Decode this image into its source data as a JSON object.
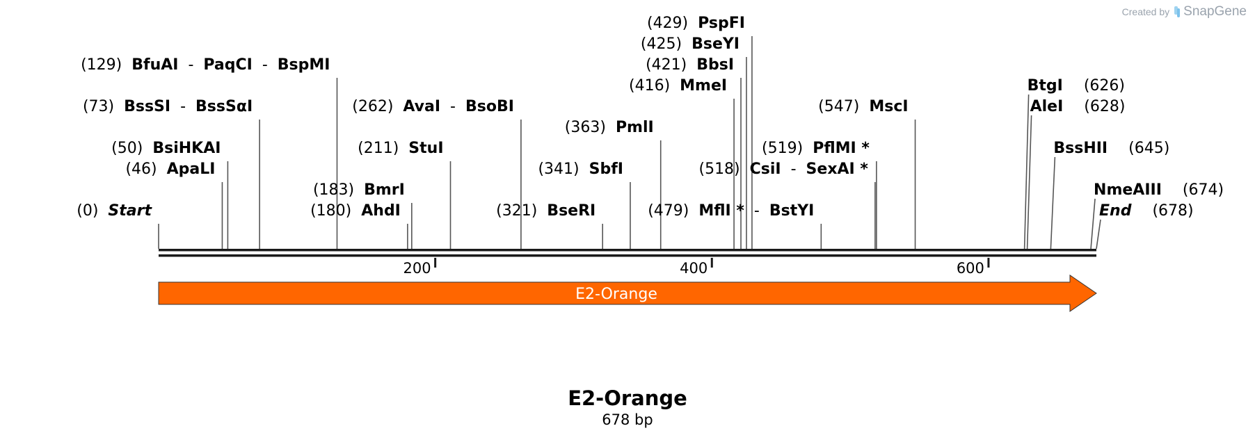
{
  "credit": {
    "prefix": "Created by",
    "brand": "SnapGene"
  },
  "sequence": {
    "name": "E2-Orange",
    "length_label": "678 bp",
    "length": 678
  },
  "ruler": {
    "ticks": [
      200,
      400,
      600
    ]
  },
  "feature": {
    "label": "E2-Orange",
    "start": 0,
    "end": 678,
    "direction": "forward",
    "color": "#ff6600"
  },
  "sites": [
    {
      "row": 0,
      "pos": 0,
      "pos_label": "(0)",
      "names": [
        "Start"
      ],
      "italic": true
    },
    {
      "row": 0,
      "pos": 180,
      "pos_label": "(180)",
      "names": [
        "AhdI"
      ]
    },
    {
      "row": 0,
      "pos": 321,
      "pos_label": "(321)",
      "names": [
        "BseRI"
      ]
    },
    {
      "row": 0,
      "pos": 479,
      "pos_label": "(479)",
      "names": [
        "MflI *",
        "BstYI"
      ]
    },
    {
      "row": 0,
      "pos": 678,
      "pos_label": "(678)",
      "names": [
        "End"
      ],
      "italic": true,
      "side": "right"
    },
    {
      "row": 1,
      "pos": 183,
      "pos_label": "(183)",
      "names": [
        "BmrI"
      ]
    },
    {
      "row": 1,
      "pos": 674,
      "pos_label": "(674)",
      "names": [
        "NmeAIII"
      ],
      "side": "right"
    },
    {
      "row": 2,
      "pos": 46,
      "pos_label": "(46)",
      "names": [
        "ApaLI"
      ]
    },
    {
      "row": 2,
      "pos": 341,
      "pos_label": "(341)",
      "names": [
        "SbfI"
      ]
    },
    {
      "row": 2,
      "pos": 518,
      "pos_label": "(518)",
      "names": [
        "CsiI",
        "SexAI *"
      ]
    },
    {
      "row": 3,
      "pos": 50,
      "pos_label": "(50)",
      "names": [
        "BsiHKAI"
      ]
    },
    {
      "row": 3,
      "pos": 211,
      "pos_label": "(211)",
      "names": [
        "StuI"
      ]
    },
    {
      "row": 3,
      "pos": 519,
      "pos_label": "(519)",
      "names": [
        "PflMI *"
      ]
    },
    {
      "row": 3,
      "pos": 645,
      "pos_label": "(645)",
      "names": [
        "BssHII"
      ],
      "side": "right"
    },
    {
      "row": 4,
      "pos": 363,
      "pos_label": "(363)",
      "names": [
        "PmlI"
      ]
    },
    {
      "row": 5,
      "pos": 73,
      "pos_label": "(73)",
      "names": [
        "BssSI",
        "BssSαI"
      ]
    },
    {
      "row": 5,
      "pos": 262,
      "pos_label": "(262)",
      "names": [
        "AvaI",
        "BsoBI"
      ]
    },
    {
      "row": 5,
      "pos": 547,
      "pos_label": "(547)",
      "names": [
        "MscI"
      ]
    },
    {
      "row": 5,
      "pos": 628,
      "pos_label": "(628)",
      "names": [
        "AleI"
      ],
      "side": "right"
    },
    {
      "row": 6,
      "pos": 416,
      "pos_label": "(416)",
      "names": [
        "MmeI"
      ]
    },
    {
      "row": 6,
      "pos": 626,
      "pos_label": "(626)",
      "names": [
        "BtgI"
      ],
      "side": "right"
    },
    {
      "row": 7,
      "pos": 129,
      "pos_label": "(129)",
      "names": [
        "BfuAI",
        "PaqCI",
        "BspMI"
      ]
    },
    {
      "row": 7,
      "pos": 421,
      "pos_label": "(421)",
      "names": [
        "BbsI"
      ]
    },
    {
      "row": 8,
      "pos": 425,
      "pos_label": "(425)",
      "names": [
        "BseYI"
      ]
    },
    {
      "row": 9,
      "pos": 429,
      "pos_label": "(429)",
      "names": [
        "PspFI"
      ]
    }
  ]
}
